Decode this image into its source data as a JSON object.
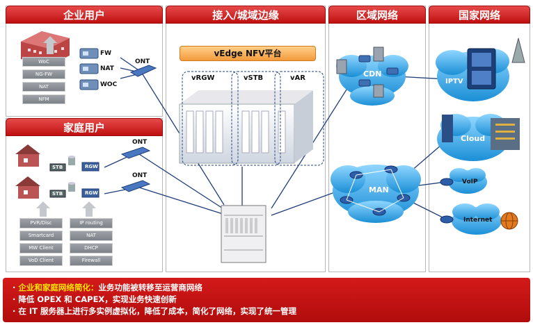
{
  "sections": {
    "enterprise": "企业用户",
    "home": "家庭用户",
    "access_edge": "接入/城域边缘",
    "regional": "区域网络",
    "national": "国家网络"
  },
  "platform": {
    "title": "vEdge NFV平台",
    "vms": [
      "vRGW",
      "vSTB",
      "vAR"
    ]
  },
  "enterprise": {
    "stack": [
      "WoC",
      "NG-FW",
      "NAT",
      "NFM"
    ],
    "devices": [
      "FW",
      "NAT",
      "WOC"
    ],
    "ont": "ONT"
  },
  "home": {
    "ont1": "ONT",
    "ont2": "ONT",
    "stb1": "STB",
    "rgw1": "RGW",
    "stb2": "STB",
    "rgw2": "RGW",
    "stb_stack": [
      "PVR/Disc",
      "Smartcard",
      "MW Client",
      "VoD Client"
    ],
    "rgw_stack": [
      "IP routing",
      "NAT",
      "DHCP",
      "Firewall"
    ]
  },
  "regional": {
    "cdn": "CDN",
    "man": "MAN"
  },
  "national": {
    "iptv": "IPTV",
    "cloud": "Cloud",
    "voip": "VoIP",
    "internet": "Internet"
  },
  "bullets": [
    {
      "highlight": "企业和家庭网络简化：",
      "text": "业务功能被转移至运营商网络"
    },
    {
      "highlight": "",
      "text": "降低 OPEX 和 CAPEX，实现业务快速创新"
    },
    {
      "highlight": "",
      "text": "在 IT 服务器上进行多实例虚拟化，降低了成本，简化了网络，实现了统一管理"
    }
  ],
  "colors": {
    "header_red": "#c01010",
    "cloud_blue": "#2aa3e6",
    "platform_orange": "#f6b26b",
    "highlight_yellow": "#ffe500"
  }
}
